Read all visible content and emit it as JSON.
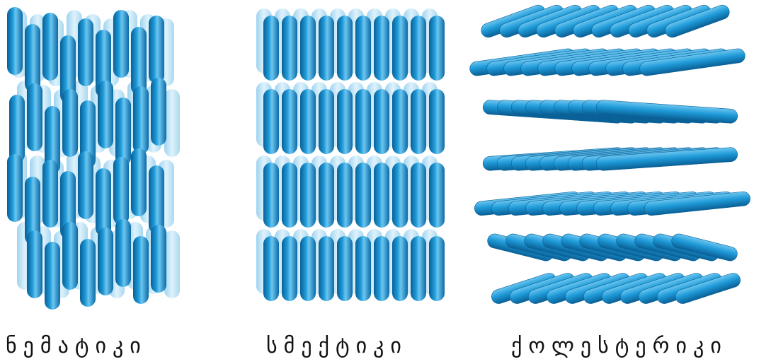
{
  "colors": {
    "rod_dark": "#0a5f95",
    "rod_mid": "#1a8fcf",
    "rod_light": "#6cc6f0",
    "rod_ghost": "#b7e2f7",
    "background": "#ffffff",
    "text": "#111111"
  },
  "panels": [
    {
      "id": "nematic",
      "label": "ნემატიკი"
    },
    {
      "id": "smectic",
      "label": "სმექტიკი"
    },
    {
      "id": "cholesteric",
      "label": "ქოლესტერიკი"
    }
  ]
}
